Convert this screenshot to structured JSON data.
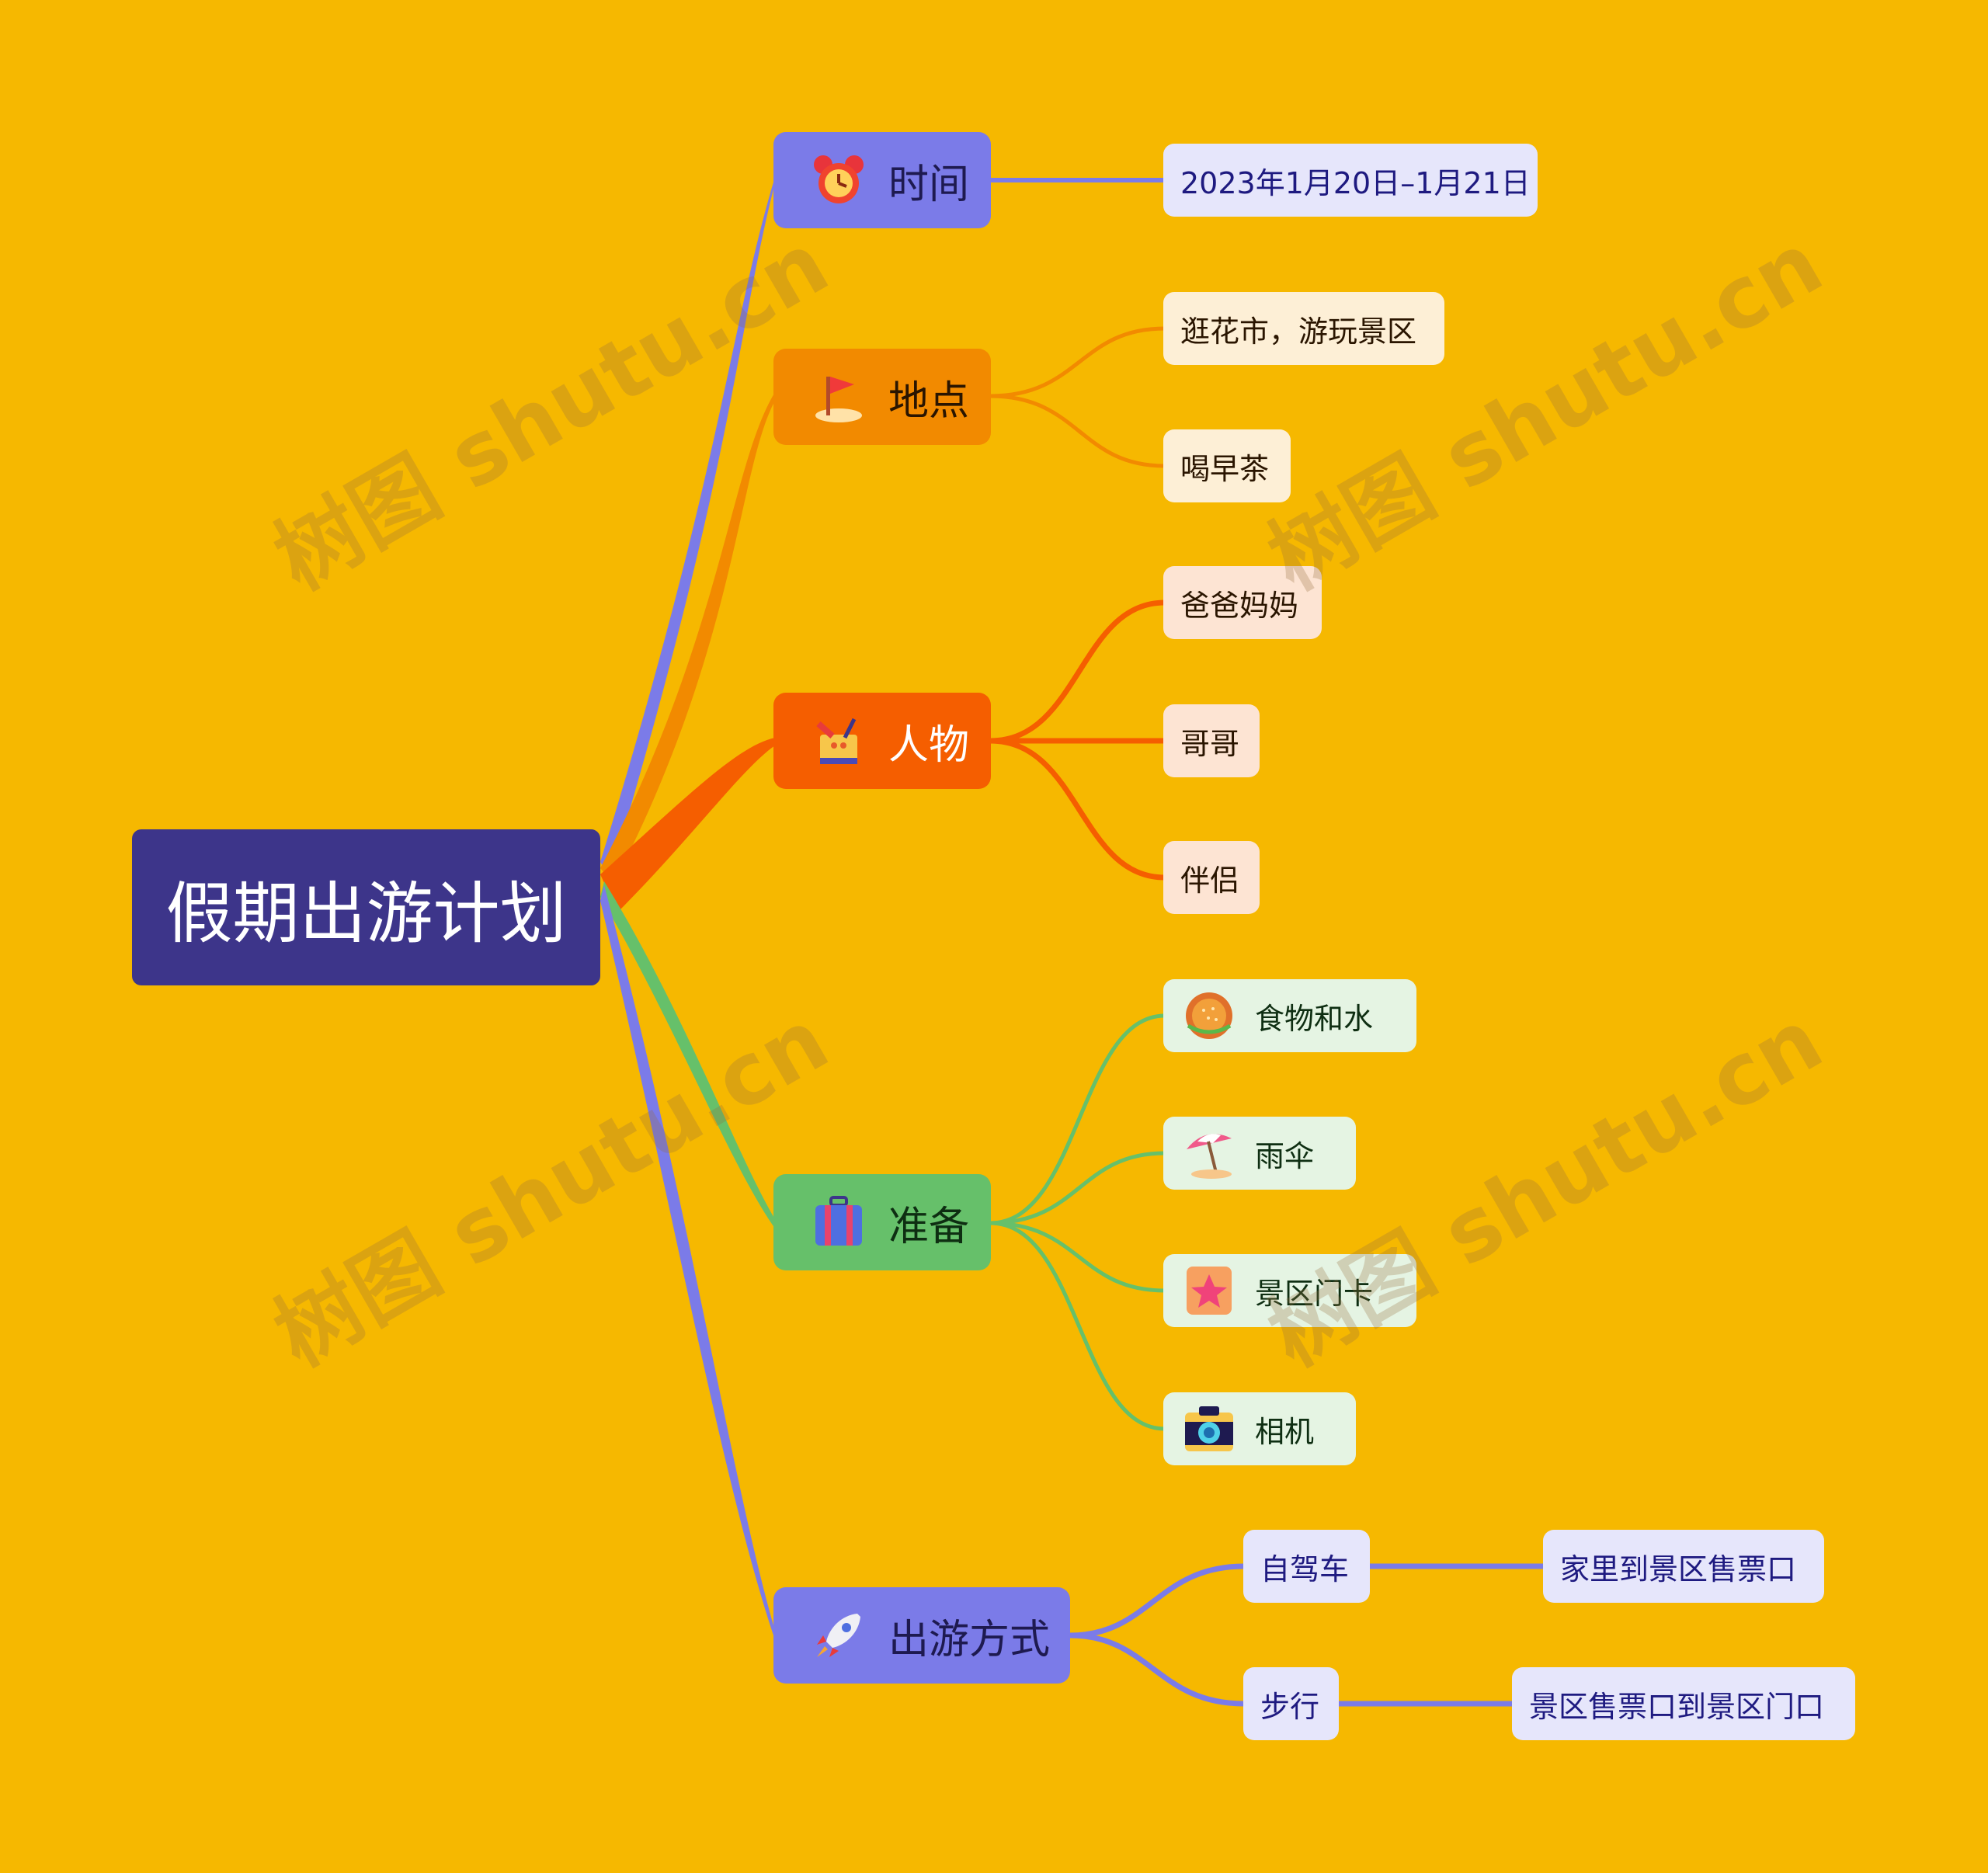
{
  "colors": {
    "background": "#F6B800",
    "root_fill": "#3D358A",
    "time_branch": "#7B7BE8",
    "place_branch": "#F28A00",
    "people_branch": "#F55E00",
    "prep_branch": "#66C06A",
    "travel_branch": "#7B7BE8"
  },
  "root": {
    "label": "假期出游计划"
  },
  "branches": {
    "time": {
      "label": "时间",
      "icon": "alarm-clock-icon",
      "children": [
        "2023年1月20日–1月21日"
      ]
    },
    "place": {
      "label": "地点",
      "icon": "flag-icon",
      "children": [
        "逛花市，游玩景区",
        "喝早茶"
      ]
    },
    "people": {
      "label": "人物",
      "icon": "basket-icon",
      "children": [
        "爸爸妈妈",
        "哥哥",
        "伴侣"
      ]
    },
    "prep": {
      "label": "准备",
      "icon": "suitcase-icon",
      "children": [
        {
          "label": "食物和水",
          "icon": "burger-icon"
        },
        {
          "label": "雨伞",
          "icon": "beach-umbrella-icon"
        },
        {
          "label": "景区门卡",
          "icon": "star-card-icon"
        },
        {
          "label": "相机",
          "icon": "camera-icon"
        }
      ]
    },
    "travel": {
      "label": "出游方式",
      "icon": "rocket-icon",
      "children": [
        {
          "label": "自驾车",
          "child": "家里到景区售票口"
        },
        {
          "label": "步行",
          "child": "景区售票口到景区门口"
        }
      ]
    }
  },
  "watermark": "树图 shutu.cn"
}
